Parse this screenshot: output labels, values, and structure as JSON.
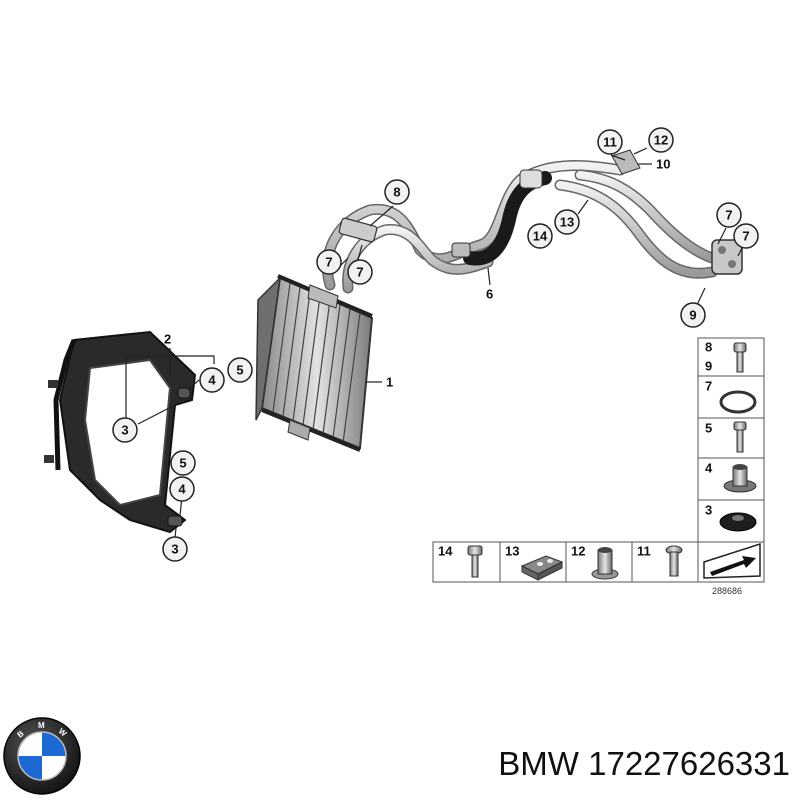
{
  "callouts": {
    "c1": "1",
    "c2": "2",
    "c3a": "3",
    "c3b": "3",
    "c4a": "4",
    "c4b": "4",
    "c5a": "5",
    "c5b": "5",
    "c6": "6",
    "c7a": "7",
    "c7b": "7",
    "c7c": "7",
    "c7d": "7",
    "c8": "8",
    "c9": "9",
    "c10": "10",
    "c11": "11",
    "c12": "12",
    "c13": "13",
    "c14": "14"
  },
  "legend_table": {
    "rows": [
      {
        "labels": [
          "8",
          "9"
        ],
        "icon": "bolt-icon"
      },
      {
        "labels": [
          "7"
        ],
        "icon": "o-ring-icon"
      },
      {
        "labels": [
          "5"
        ],
        "icon": "screw-icon"
      },
      {
        "labels": [
          "4"
        ],
        "icon": "bushing-icon"
      },
      {
        "labels": [
          "3"
        ],
        "icon": "grommet-icon"
      }
    ],
    "bottom": [
      {
        "label": "14",
        "icon": "hex-bolt-icon"
      },
      {
        "label": "13",
        "icon": "clip-icon"
      },
      {
        "label": "12",
        "icon": "sleeve-icon"
      },
      {
        "label": "11",
        "icon": "torx-bolt-icon"
      },
      {
        "label": "",
        "icon": "direction-arrow-icon"
      }
    ]
  },
  "diagram_ref": "288686",
  "caption": "BMW 17227626331",
  "logo": {
    "letters": "BMW",
    "colors": {
      "blue": "#1c69d4",
      "white": "#ffffff",
      "ring": "#111111"
    }
  }
}
